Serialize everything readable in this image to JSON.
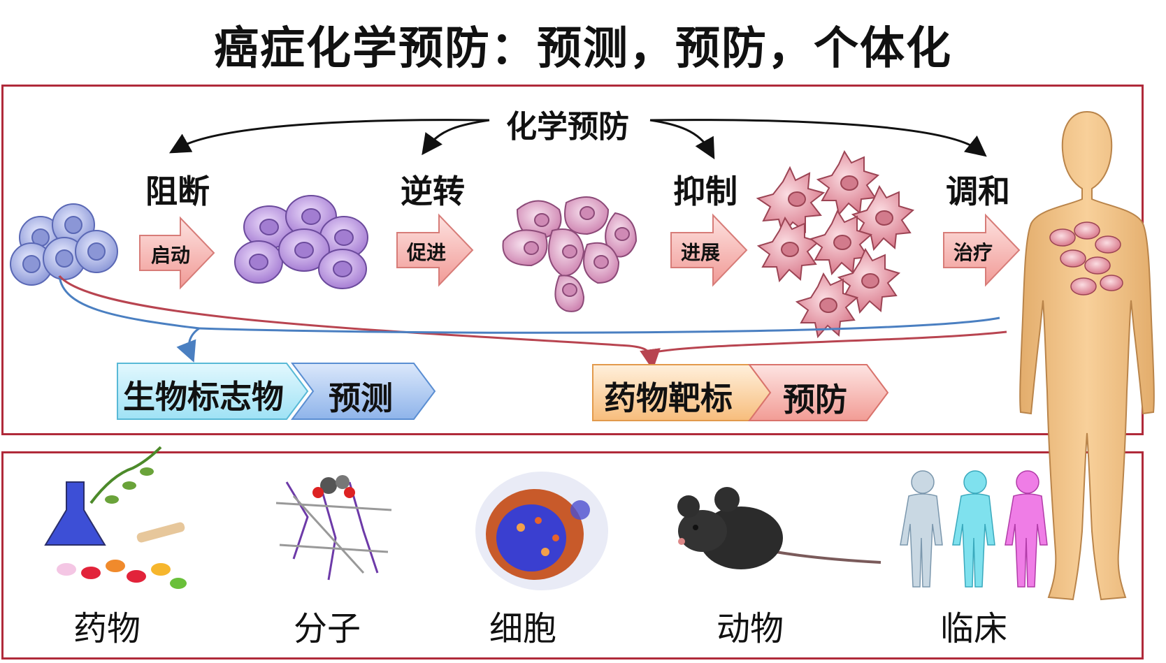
{
  "title": "癌症化学预防：预测，预防，个体化",
  "top_panel": {
    "header": "化学预防",
    "actions": [
      "阻断",
      "逆转",
      "抑制",
      "调和"
    ],
    "stages": [
      "启动",
      "促进",
      "进展",
      "治疗"
    ],
    "biomarker": "生物标志物",
    "predict": "预测",
    "drug_target": "药物靶标",
    "prevent": "预防"
  },
  "bottom_panel": {
    "items": [
      "药物",
      "分子",
      "细胞",
      "动物",
      "临床"
    ]
  },
  "colors": {
    "border": "#b02a3a",
    "arrow_pink": "#f6b0ad",
    "chevron_cyan": "#bfeefa",
    "chevron_blue": "#a9c9f0",
    "chevron_orange": "#fbd3a5",
    "chevron_pink": "#f8b6b0",
    "body_tan": "#f3c58b",
    "cell_blue": "#a8b3e6",
    "cell_purple": "#c3a2e0",
    "cell_pink": "#e6a5c7",
    "cell_rose": "#e79aa8"
  }
}
